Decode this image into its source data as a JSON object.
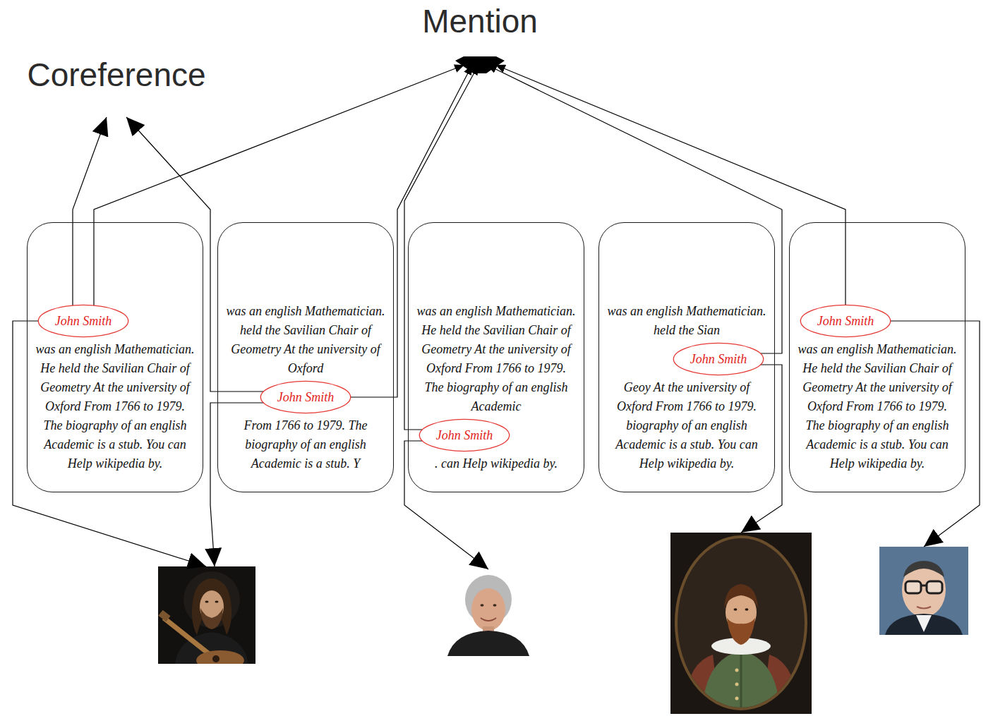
{
  "diagram": {
    "nodes": [
      {
        "text": [
          "Mention"
        ]
      },
      {
        "text": [
          "Coreference"
        ]
      },
      {
        "text": [
          "was an english Mathematician. He held the Savilian Chair of Geometry At the university of Oxford From 1766 to 1979. The biography of an english Academic is a stub. You can Help wikipedia by."
        ]
      },
      {
        "text": [
          "John Smith"
        ],
        "in": 2
      },
      {
        "text": [
          "was an english Mathematician. held the Savilian Chair of Geometry At the university of Oxford",
          "From 1766 to 1979. The biography of an english Academic is a stub. Y"
        ]
      },
      {
        "text": [
          "John Smith"
        ],
        "in": 4
      },
      {
        "text": [
          "was an english Mathematician. He held the Savilian Chair of Geometry At the university of Oxford From 1766 to 1979. The biography of an english Academic",
          ". can Help wikipedia by."
        ]
      },
      {
        "text": [
          "John Smith"
        ],
        "in": 6
      },
      {
        "text": [
          "was an english Mathematician. held the Sian",
          "Geoy At the university of Oxford From 1766 to 1979. biography of an english Academic is a stub. You can Help wikipedia by."
        ]
      },
      {
        "text": [
          "John Smith"
        ],
        "in": 8
      },
      {
        "text": [
          "was an english Mathematician. He held the Savilian Chair of Geometry At the university of Oxford From 1766 to 1979. The biography of an english Academic is a stub. You can Help wikipedia by."
        ]
      },
      {
        "text": [
          "John Smith"
        ],
        "in": 10
      }
    ],
    "edges": [
      {
        "from": 3,
        "to": 0,
        "arrow": "to"
      },
      {
        "from": 5,
        "to": 0,
        "arrow": "to"
      },
      {
        "from": 7,
        "to": 0,
        "arrow": "to"
      },
      {
        "from": 9,
        "to": 0,
        "arrow": "to"
      },
      {
        "from": 11,
        "to": 0,
        "arrow": "to"
      },
      {
        "from": 3,
        "to": 1,
        "arrow": "to"
      },
      {
        "from": 5,
        "to": 1,
        "arrow": "to"
      }
    ]
  }
}
